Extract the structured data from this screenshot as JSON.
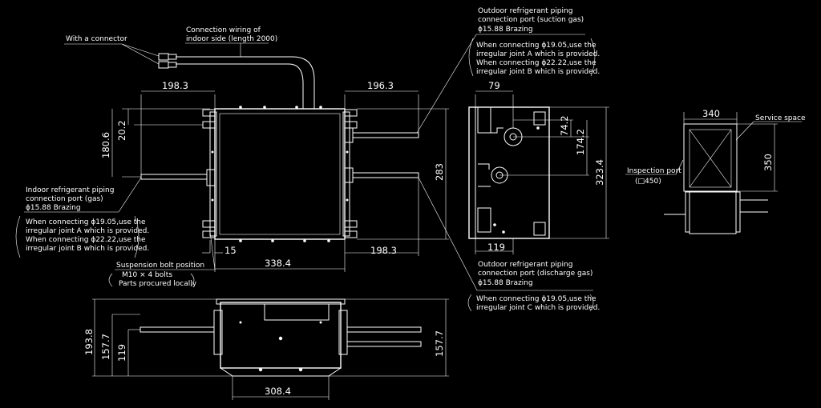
{
  "labels": {
    "with_connector": "With a connector",
    "connection_wiring_1": "Connection wiring of",
    "connection_wiring_2": "indoor side (length 2000)",
    "outdoor_suction_1": "Outdoor refrigerant piping",
    "outdoor_suction_2": "connection port (suction gas)",
    "outdoor_suction_3": "ϕ15.88 Brazing",
    "note_suction_1": "When connecting ϕ19.05,use the",
    "note_suction_2": "irregular joint A which is provided.",
    "note_suction_3": "When connecting ϕ22.22,use the",
    "note_suction_4": "irregular joint B which is provided.",
    "indoor_gas_1": "Indoor refrigerant piping",
    "indoor_gas_2": "connection port (gas)",
    "indoor_gas_3": "ϕ15.88 Brazing",
    "note_indoor_1": "When connecting ϕ19.05,use the",
    "note_indoor_2": "irregular joint A which is provided.",
    "note_indoor_3": "When connecting ϕ22.22,use the",
    "note_indoor_4": "irregular joint B which is provided.",
    "suspension_1": "Suspension bolt position",
    "suspension_2": "M10 × 4 bolts",
    "suspension_3": "Parts procured locally",
    "outdoor_discharge_1": "Outdoor refrigerant piping",
    "outdoor_discharge_2": "connection port (discharge gas)",
    "outdoor_discharge_3": "ϕ15.88 Brazing",
    "note_discharge_1": "When connecting ϕ19.05,use the",
    "note_discharge_2": "irregular joint C which is provided.",
    "inspection_1": "Inspection port",
    "inspection_2": "(□450)",
    "service_space": "Service space"
  },
  "dims": {
    "d198_3_top": "198.3",
    "d196_3": "196.3",
    "d20_2": "20.2",
    "d180_6": "180.6",
    "d283": "283",
    "d15": "15",
    "d338_4": "338.4",
    "d198_3_bottom": "198.3",
    "d79": "79",
    "d74_2": "74.2",
    "d174_2": "174.2",
    "d323_4": "323.4",
    "d119_side": "119",
    "d340": "340",
    "d350": "350",
    "d193_8": "193.8",
    "d157_7_left": "157.7",
    "d119_front": "119",
    "d157_7_right": "157.7",
    "d308_4": "308.4"
  }
}
